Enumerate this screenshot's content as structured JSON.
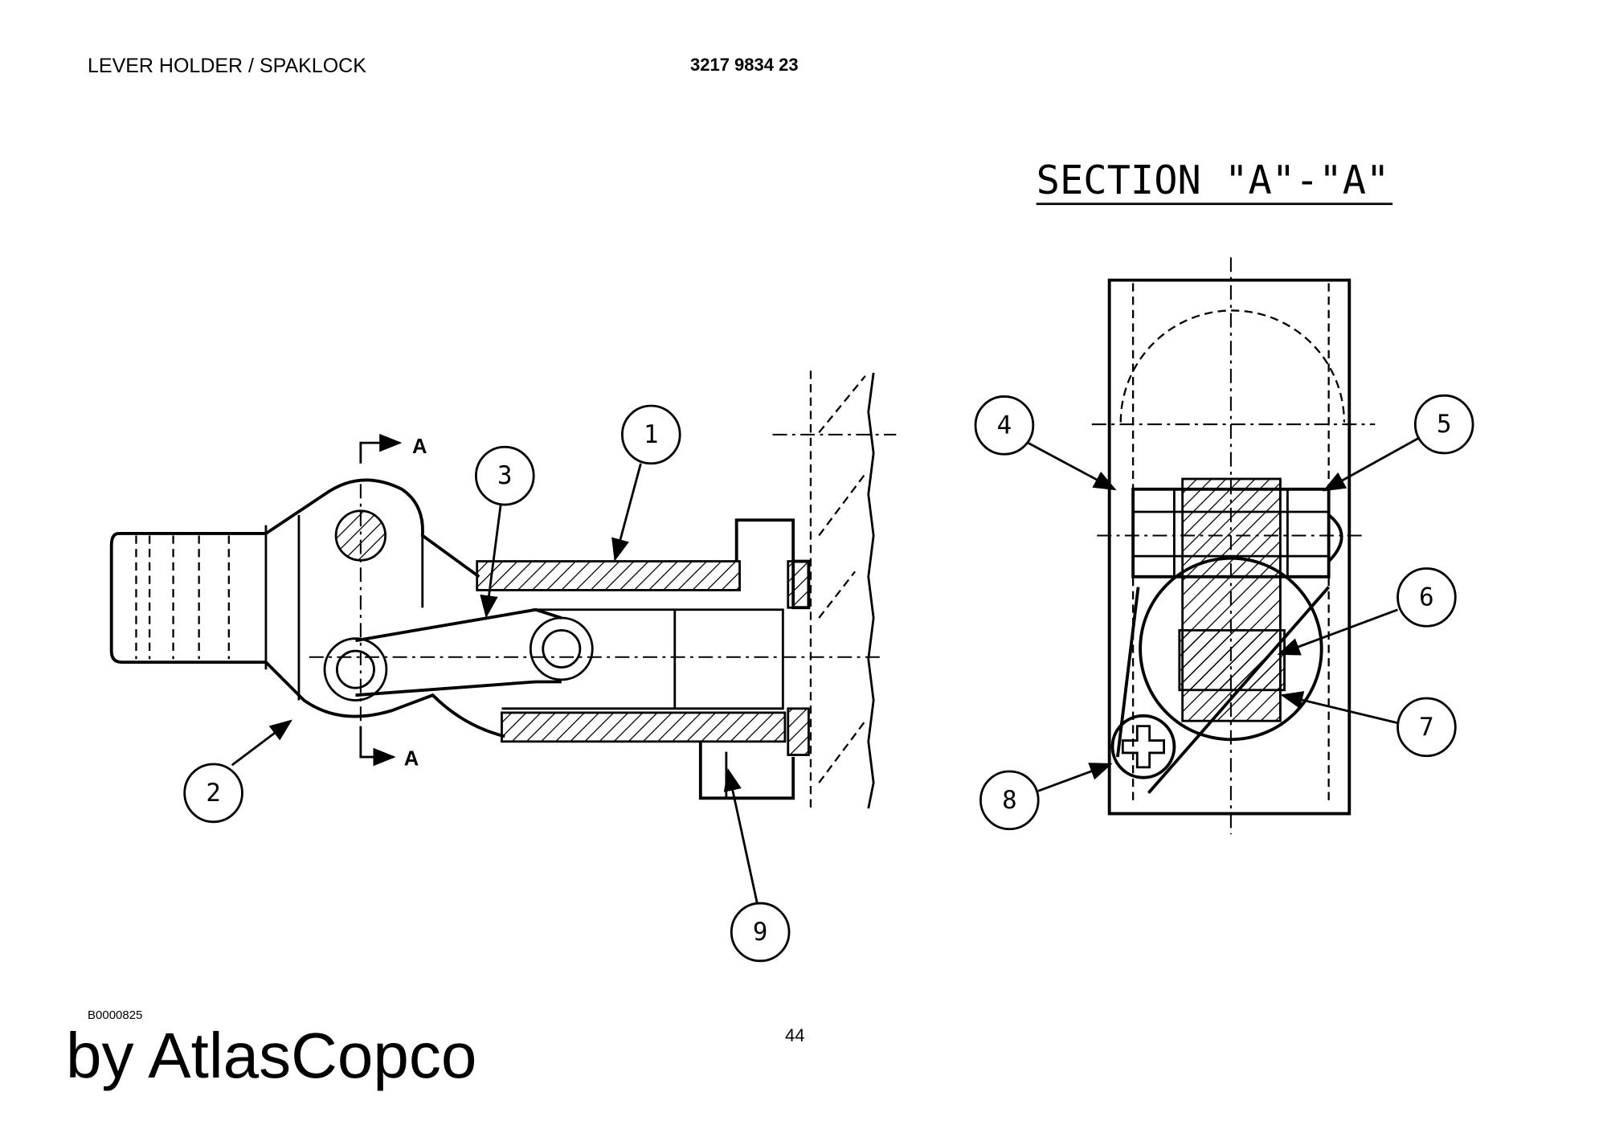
{
  "header": {
    "title": "LEVER HOLDER / SPAKLOCK",
    "part_number": "3217 9834 23"
  },
  "drawing": {
    "section_title": "SECTION \"A\"-\"A\"",
    "section_marker": "A",
    "callouts": [
      "1",
      "2",
      "3",
      "4",
      "5",
      "6",
      "7",
      "8",
      "9"
    ]
  },
  "footer": {
    "reference_code": "B0000825",
    "page_number": "44",
    "brand": "by AtlasCopco"
  }
}
